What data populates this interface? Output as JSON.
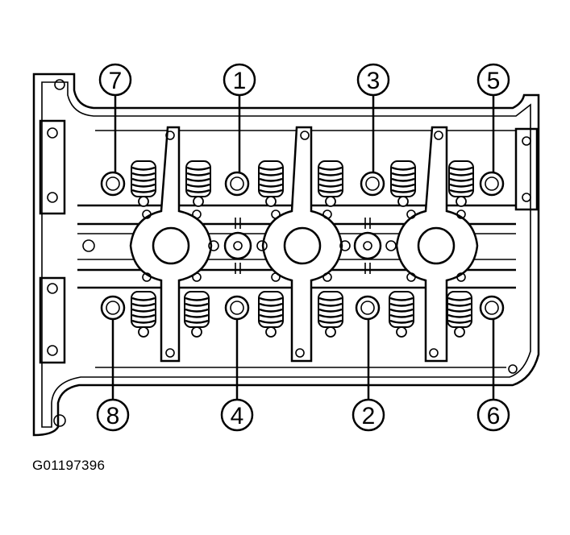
{
  "figure": {
    "id_label": "G01197396"
  },
  "callouts": [
    {
      "label": "7"
    },
    {
      "label": "1"
    },
    {
      "label": "3"
    },
    {
      "label": "5"
    },
    {
      "label": "8"
    },
    {
      "label": "4"
    },
    {
      "label": "2"
    },
    {
      "label": "6"
    }
  ]
}
